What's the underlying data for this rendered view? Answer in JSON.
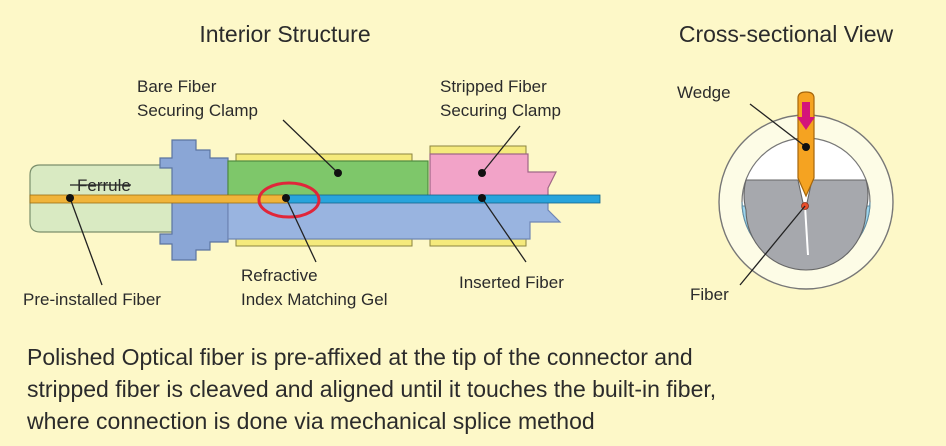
{
  "interior": {
    "title": "Interior Structure",
    "labels": {
      "ferrule": "Ferrule",
      "bare_clamp_line1": "Bare Fiber",
      "bare_clamp_line2": "Securing Clamp",
      "stripped_clamp_line1": "Stripped Fiber",
      "stripped_clamp_line2": "Securing Clamp",
      "gel_line1": "Refractive",
      "gel_line2": "Index Matching Gel",
      "preinstalled_fiber": "Pre-installed Fiber",
      "inserted_fiber": "Inserted Fiber"
    }
  },
  "cross_section": {
    "title": "Cross-sectional View",
    "labels": {
      "wedge": "Wedge",
      "fiber": "Fiber"
    }
  },
  "caption": {
    "line1": "Polished Optical fiber is pre-affixed at the tip of the connector and",
    "line2": "stripped fiber is cleaved and aligned until it touches the built-in fiber,",
    "line3": "where connection is done via mechanical splice method"
  },
  "colors": {
    "background": "#fdf8c8",
    "ferrule": "#d9eac2",
    "flange": "#8aa6d6",
    "body": "#99b4e0",
    "bare_clamp": "#7ec76a",
    "stripped_clamp": "#f2a3c8",
    "clamp_rails": "#f5ea7c",
    "preinstalled_fiber": "#f0b43a",
    "inserted_fiber": "#28a4dc",
    "gel_ring": "#e0263a",
    "wedge": "#f5a321",
    "wedge_arrow": "#d4147a",
    "groove": "#a6a8ad",
    "groove_base": "#9cd4ec"
  }
}
